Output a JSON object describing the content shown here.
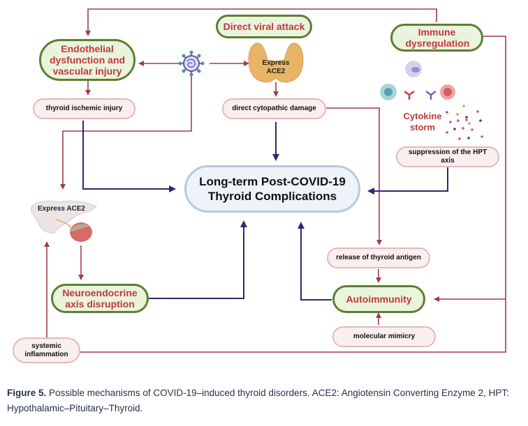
{
  "figure": {
    "nodes": {
      "endothelial": "Endothelial dysfunction and vascular injury",
      "direct_viral_attack": "Direct viral attack",
      "immune_dysregulation": "Immune dysregulation",
      "thyroid_ischemic_injury": "thyroid ischemic injury",
      "direct_cytopathic_damage": "direct cytopathic damage",
      "suppression_hpt": "suppression of the HPT axis",
      "central": "Long-term Post-COVID-19 Thyroid Complications",
      "neuroendocrine": "Neuroendocrine axis disruption",
      "release_thyroid_antigen": "release of thyroid antigen",
      "autoimmunity": "Autoimmunity",
      "molecular_mimicry": "molecular mimicry",
      "systemic_inflammation": "systemic inflammation"
    },
    "labels": {
      "thyroid_express_ace2": "Express ACE2",
      "pituitary_express_ace2": "Express ACE2",
      "cytokine_storm": "Cytokine storm"
    },
    "icons": {
      "virus": "coronavirus-icon",
      "thyroid": "thyroid-gland-icon",
      "pituitary": "pituitary-gland-icon",
      "macrophage": "macrophage-icon",
      "cells": "immune-cell-icon",
      "antibodies": "antibody-icon",
      "cytokines": "cytokine-particles-icon"
    },
    "colors": {
      "red_arrow": "#a23b48",
      "navy_arrow": "#2b2a6b",
      "green_border": "#5b7f32",
      "green_fill": "#eaf3dc",
      "red_text": "#c0393b",
      "pink_fill": "#fbeeee",
      "pink_border": "#e2b9bc",
      "central_fill": "#eef3f9",
      "central_border": "#b7c8de"
    }
  },
  "caption": {
    "label": "Figure 5.",
    "text": " Possible mechanisms of COVID-19–induced thyroid disorders. ACE2: Angiotensin Converting Enzyme 2, HPT: Hypothalamic–Pituitary–Thyroid."
  }
}
